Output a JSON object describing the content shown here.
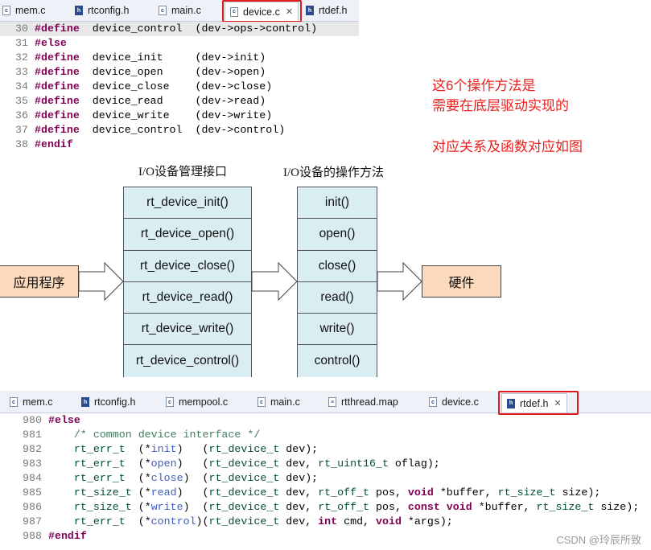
{
  "top_editor": {
    "tabs": [
      "mem.c",
      "rtconfig.h",
      "main.c",
      "device.c",
      "rtdef.h"
    ],
    "active_tab": "device.c",
    "lines": [
      {
        "n": "30",
        "t": [
          [
            "kw",
            "#define"
          ],
          [
            "",
            "  device_control  (dev->ops->control)"
          ]
        ]
      },
      {
        "n": "31",
        "t": [
          [
            "kw",
            "#else"
          ]
        ]
      },
      {
        "n": "32",
        "t": [
          [
            "kw",
            "#define"
          ],
          [
            "",
            "  device_init     (dev->init)"
          ]
        ]
      },
      {
        "n": "33",
        "t": [
          [
            "kw",
            "#define"
          ],
          [
            "",
            "  device_open     (dev->open)"
          ]
        ]
      },
      {
        "n": "34",
        "t": [
          [
            "kw",
            "#define"
          ],
          [
            "",
            "  device_close    (dev->close)"
          ]
        ]
      },
      {
        "n": "35",
        "t": [
          [
            "kw",
            "#define"
          ],
          [
            "",
            "  device_read     (dev->read)"
          ]
        ]
      },
      {
        "n": "36",
        "t": [
          [
            "kw",
            "#define"
          ],
          [
            "",
            "  device_write    (dev->write)"
          ]
        ]
      },
      {
        "n": "37",
        "t": [
          [
            "kw",
            "#define"
          ],
          [
            "",
            "  device_control  (dev->control)"
          ]
        ]
      },
      {
        "n": "38",
        "t": [
          [
            "kw",
            "#endif"
          ]
        ]
      }
    ]
  },
  "annotation": {
    "line1": "这6个操作方法是",
    "line2": "需要在底层驱动实现的",
    "line3": "对应关系及函数对应如图"
  },
  "diagram": {
    "title_left": "I/O设备管理接口",
    "title_right": "I/O设备的操作方法",
    "app": "应用程序",
    "hardware": "硬件",
    "interface": [
      "rt_device_init()",
      "rt_device_open()",
      "rt_device_close()",
      "rt_device_read()",
      "rt_device_write()",
      "rt_device_control()"
    ],
    "methods": [
      "init()",
      "open()",
      "close()",
      "read()",
      "write()",
      "control()"
    ]
  },
  "bottom_editor": {
    "tabs": [
      "mem.c",
      "rtconfig.h",
      "mempool.c",
      "main.c",
      "rtthread.map",
      "device.c",
      "rtdef.h"
    ],
    "active_tab": "rtdef.h",
    "lines": [
      {
        "n": "980",
        "t": [
          [
            "kw",
            "#else"
          ]
        ]
      },
      {
        "n": "981",
        "t": [
          [
            "",
            "    "
          ],
          [
            "cm",
            "/* common device interface */"
          ]
        ]
      },
      {
        "n": "982",
        "t": [
          [
            "",
            "    "
          ],
          [
            "ty",
            "rt_err_t"
          ],
          [
            "",
            "  (*"
          ],
          [
            "fn",
            "init"
          ],
          [
            "",
            ")   ("
          ],
          [
            "ty",
            "rt_device_t"
          ],
          [
            "",
            " dev);"
          ]
        ]
      },
      {
        "n": "983",
        "t": [
          [
            "",
            "    "
          ],
          [
            "ty",
            "rt_err_t"
          ],
          [
            "",
            "  (*"
          ],
          [
            "fn",
            "open"
          ],
          [
            "",
            ")   ("
          ],
          [
            "ty",
            "rt_device_t"
          ],
          [
            "",
            " dev, "
          ],
          [
            "ty",
            "rt_uint16_t"
          ],
          [
            "",
            " oflag);"
          ]
        ]
      },
      {
        "n": "984",
        "t": [
          [
            "",
            "    "
          ],
          [
            "ty",
            "rt_err_t"
          ],
          [
            "",
            "  (*"
          ],
          [
            "fn",
            "close"
          ],
          [
            "",
            ")  ("
          ],
          [
            "ty",
            "rt_device_t"
          ],
          [
            "",
            " dev);"
          ]
        ]
      },
      {
        "n": "985",
        "t": [
          [
            "",
            "    "
          ],
          [
            "ty",
            "rt_size_t"
          ],
          [
            "",
            " (*"
          ],
          [
            "fn",
            "read"
          ],
          [
            "",
            ")   ("
          ],
          [
            "ty",
            "rt_device_t"
          ],
          [
            "",
            " dev, "
          ],
          [
            "ty",
            "rt_off_t"
          ],
          [
            "",
            " pos, "
          ],
          [
            "kw",
            "void"
          ],
          [
            "",
            " *buffer, "
          ],
          [
            "ty",
            "rt_size_t"
          ],
          [
            "",
            " size);"
          ]
        ]
      },
      {
        "n": "986",
        "t": [
          [
            "",
            "    "
          ],
          [
            "ty",
            "rt_size_t"
          ],
          [
            "",
            " (*"
          ],
          [
            "fn",
            "write"
          ],
          [
            "",
            ")  ("
          ],
          [
            "ty",
            "rt_device_t"
          ],
          [
            "",
            " dev, "
          ],
          [
            "ty",
            "rt_off_t"
          ],
          [
            "",
            " pos, "
          ],
          [
            "kw",
            "const void"
          ],
          [
            "",
            " *buffer, "
          ],
          [
            "ty",
            "rt_size_t"
          ],
          [
            "",
            " size);"
          ]
        ]
      },
      {
        "n": "987",
        "t": [
          [
            "",
            "    "
          ],
          [
            "ty",
            "rt_err_t"
          ],
          [
            "",
            "  (*"
          ],
          [
            "fn",
            "control"
          ],
          [
            "",
            ")("
          ],
          [
            "ty",
            "rt_device_t"
          ],
          [
            "",
            " dev, "
          ],
          [
            "kw",
            "int"
          ],
          [
            "",
            " cmd, "
          ],
          [
            "kw",
            "void"
          ],
          [
            "",
            " *args);"
          ]
        ]
      },
      {
        "n": "988",
        "t": [
          [
            "kw",
            "#endif"
          ]
        ]
      }
    ]
  },
  "watermark": "CSDN @玲辰所致"
}
